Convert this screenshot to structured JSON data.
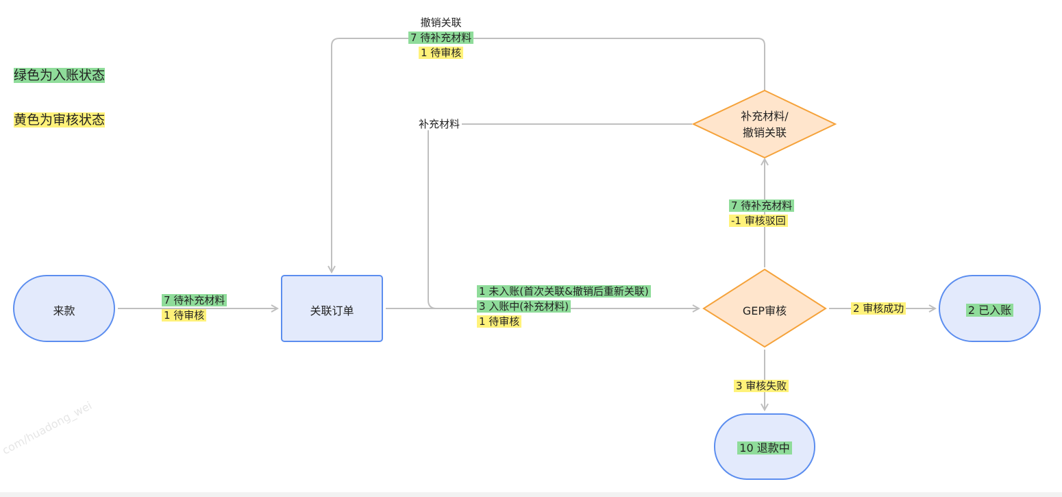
{
  "legend": {
    "green": "绿色为入账状态",
    "yellow": "黄色为审核状态"
  },
  "nodes": {
    "start": "来款",
    "link_order": "关联订单",
    "gep_review": "GEP审核",
    "supplement_line1": "补充材料/",
    "supplement_line2": "撤销关联",
    "posted": "2 已入账",
    "refunding": "10 退款中"
  },
  "edges": {
    "start_to_link": {
      "green": "7 待补充材料",
      "yellow": "1 待审核"
    },
    "cancel_link": {
      "title": "撤销关联",
      "green": "7 待补充材料",
      "yellow": "1 待审核"
    },
    "supplement": {
      "title": "补充材料"
    },
    "link_to_gep": {
      "green1": "1 未入账(首次关联&撤销后重新关联)",
      "green2": "3 入账中(补充材料)",
      "yellow": "1 待审核"
    },
    "gep_to_supplement": {
      "green": "7 待补充材料",
      "yellow": "-1 审核驳回"
    },
    "gep_success": {
      "yellow": "2 审核成功"
    },
    "gep_fail": {
      "yellow": "3 审核失败"
    }
  },
  "watermark": "com/huadong_wei",
  "colors": {
    "green_state": "#8fdc9a",
    "yellow_state": "#fff27a",
    "node_blue_fill": "#e3eafc",
    "node_blue_stroke": "#5b8def",
    "diamond_fill": "#ffe5cc",
    "diamond_stroke": "#f5a23a",
    "connector": "#bfbfbf"
  }
}
